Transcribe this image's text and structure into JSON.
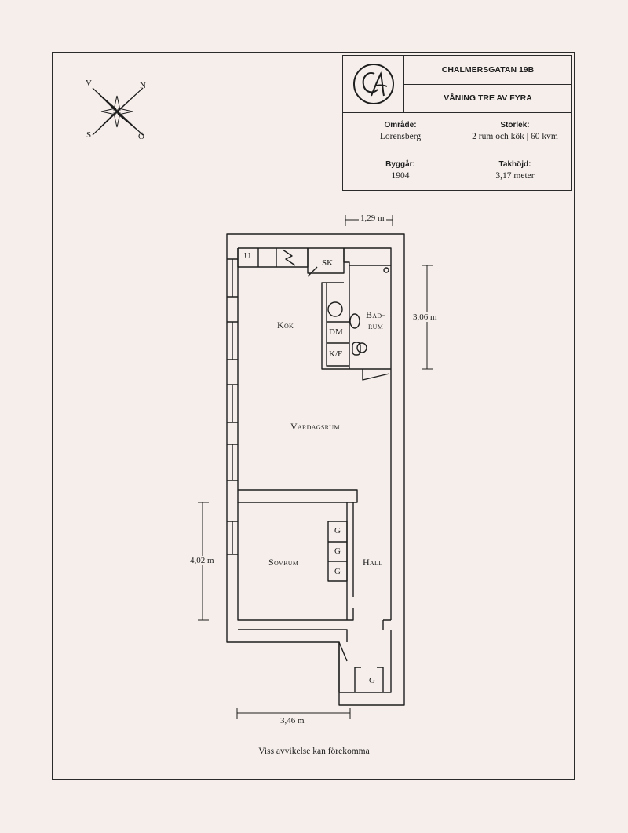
{
  "header": {
    "address": "CHALMERSGATAN 19B",
    "floor": "VÅNING TRE AV FYRA"
  },
  "facts": {
    "area_label": "Område:",
    "area_value": "Lorensberg",
    "size_label": "Storlek:",
    "size_value": "2 rum och kök | 60 kvm",
    "built_label": "Byggår:",
    "built_value": "1904",
    "ceiling_label": "Takhöjd:",
    "ceiling_value": "3,17 meter"
  },
  "compass": {
    "n": "N",
    "v": "V",
    "s": "S",
    "o": "Ö"
  },
  "rooms": {
    "kitchen": "Kök",
    "living": "Vardagsrum",
    "bedroom": "Sovrum",
    "hall": "Hall",
    "bath_line1": "Bad-",
    "bath_line2": "rum"
  },
  "fixtures": {
    "u": "U",
    "sk": "SK",
    "dm": "DM",
    "kf": "K/F",
    "g1": "G",
    "g2": "G",
    "g3": "G",
    "g4": "G"
  },
  "dimensions": {
    "top_width": "1,29 m",
    "bath_height": "3,06 m",
    "bedroom_height": "4,02 m",
    "bottom_width": "3,46 m"
  },
  "footer": "Viss avvikelse kan förekomma",
  "colors": {
    "background": "#f5eeeb",
    "ink": "#1e1e1e"
  }
}
